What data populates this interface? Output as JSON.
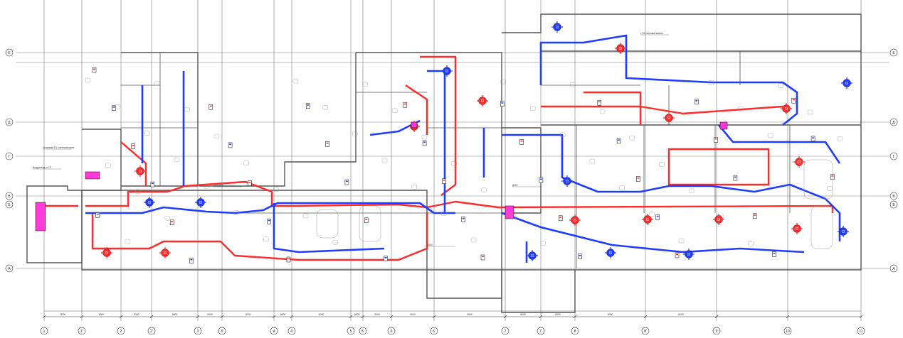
{
  "drawing": {
    "colors": {
      "supply_duct": "#ff2a2a",
      "exhaust_duct": "#1f3cff",
      "wall": "#555555",
      "grid": "#7a7a7a",
      "unit_magenta": "#ff3ad6",
      "label": "#222222"
    },
    "axes_bottom": [
      "1",
      "1'",
      "2",
      "2'",
      "3",
      "3'",
      "4",
      "4'",
      "5",
      "5'",
      "6",
      "6'",
      "7",
      "7'",
      "8",
      "8'",
      "9",
      "10",
      "11"
    ],
    "axes_left": [
      "Е",
      "Д",
      "Г",
      "В",
      "Б",
      "А"
    ],
    "axes_right": [
      "Е",
      "Д",
      "Г",
      "В",
      "Б",
      "А"
    ],
    "dimensions_bottom": [
      "3000",
      "6000",
      "3000",
      "3000",
      "6000",
      "3000",
      "3000",
      "6000",
      "3000",
      "3000",
      "6000",
      "3000",
      "6000",
      "6000",
      "6000",
      "6000"
    ],
    "notes": [
      "Установка П1 с вентилятором",
      "Воздуховод от П1",
      "1000х500",
      "Д400",
      "Ø250",
      "к П1 тепловой завесе"
    ],
    "legend_icons": [
      "supply-diffuser-icon",
      "exhaust-diffuser-icon",
      "air-handling-unit-icon",
      "fire-damper-icon"
    ]
  }
}
